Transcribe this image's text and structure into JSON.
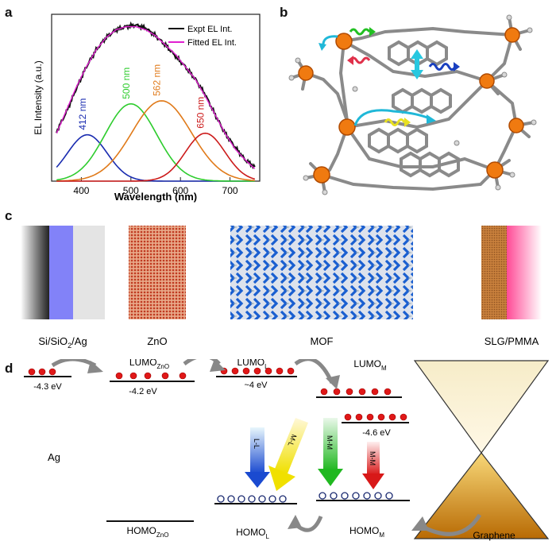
{
  "panels": {
    "a": "a",
    "b": "b",
    "c": "c",
    "d": "d"
  },
  "chart_data": {
    "type": "line",
    "title": "",
    "xlabel": "Wavelength (nm)",
    "ylabel": "EL Intensity (a.u.)",
    "xlim": [
      340,
      760
    ],
    "ylim": [
      0,
      1.08
    ],
    "xticks": [
      400,
      500,
      600,
      700
    ],
    "grid": false,
    "legend_position": "top-right",
    "legend": [
      "Expt EL Int.",
      "Fitted EL Int."
    ],
    "colors": {
      "expt": "#111111",
      "fit": "#e020d0",
      "g412": "#1a2cb0",
      "g500": "#2ecc2e",
      "g562": "#e07a1a",
      "g650": "#cc1a1a"
    },
    "peaks": [
      {
        "label": "412 nm",
        "center": 412,
        "amplitude": 0.3,
        "sigma": 40
      },
      {
        "label": "500 nm",
        "center": 500,
        "amplitude": 0.5,
        "sigma": 52
      },
      {
        "label": "562 nm",
        "center": 562,
        "amplitude": 0.52,
        "sigma": 60
      },
      {
        "label": "650 nm",
        "center": 650,
        "amplitude": 0.31,
        "sigma": 40
      }
    ],
    "series": [
      {
        "name": "Expt EL Int.",
        "x": [
          350,
          370,
          390,
          410,
          430,
          450,
          470,
          490,
          510,
          530,
          550,
          570,
          590,
          610,
          630,
          650,
          670,
          690,
          710,
          730,
          750
        ],
        "values": [
          0.32,
          0.45,
          0.6,
          0.74,
          0.85,
          0.93,
          0.98,
          1.0,
          1.01,
          0.99,
          0.94,
          0.88,
          0.81,
          0.74,
          0.66,
          0.56,
          0.43,
          0.31,
          0.22,
          0.14,
          0.09
        ]
      },
      {
        "name": "Fitted EL Int.",
        "x": [
          350,
          370,
          390,
          410,
          430,
          450,
          470,
          490,
          510,
          530,
          550,
          570,
          590,
          610,
          630,
          650,
          670,
          690,
          710,
          730,
          750
        ],
        "values": [
          0.31,
          0.46,
          0.61,
          0.74,
          0.85,
          0.93,
          0.98,
          1.0,
          1.0,
          0.98,
          0.94,
          0.88,
          0.82,
          0.74,
          0.66,
          0.55,
          0.43,
          0.31,
          0.21,
          0.14,
          0.08
        ]
      }
    ]
  },
  "panel_c": {
    "layers": [
      "Si/SiO",
      "2",
      "/Ag",
      "ZnO",
      "MOF",
      "SLG/PMMA"
    ]
  },
  "panel_d": {
    "ag_level": "-4.3 eV",
    "lumo_zno": [
      "LUMO",
      "ZnO"
    ],
    "zno_level": "-4.2 eV",
    "lumo_l": [
      "LUMO",
      "L"
    ],
    "l_level": "~4 eV",
    "lumo_m": [
      "LUMO",
      "M"
    ],
    "m_level": "-4.6 eV",
    "ag": "Ag",
    "homo_zno": [
      "HOMO",
      "ZnO"
    ],
    "homo_l": [
      "HOMO",
      "L"
    ],
    "homo_m": [
      "HOMO",
      "M"
    ],
    "graphene": "Graphene",
    "transitions": [
      "L-L",
      "M-L",
      "M-M",
      "M-M"
    ]
  }
}
